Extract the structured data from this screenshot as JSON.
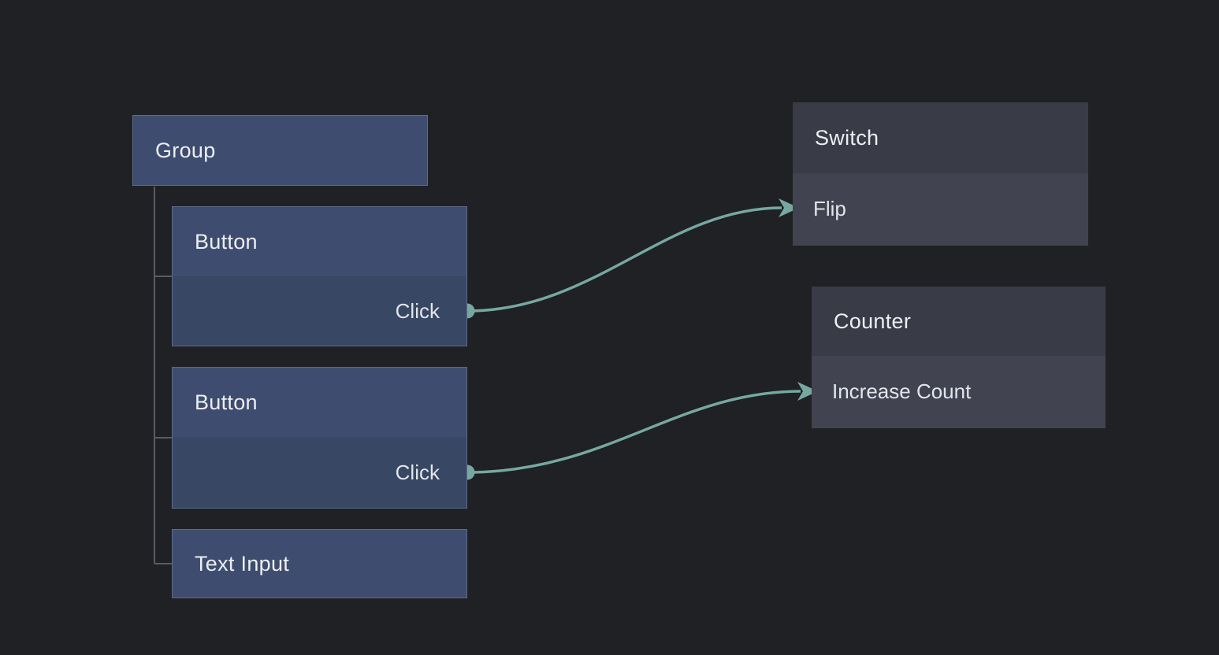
{
  "editor": {
    "background_color": "#1f2124",
    "wire_color": "#76a8a1",
    "hierarchy_line_color": "#595c62",
    "left_node_header_color": "#3e4d6f",
    "left_node_body_color": "#384763",
    "right_node_header_color": "#393c47",
    "right_node_body_color": "#414450"
  },
  "nodes": {
    "group": {
      "title": "Group"
    },
    "button1": {
      "title": "Button",
      "port_label": "Click"
    },
    "button2": {
      "title": "Button",
      "port_label": "Click"
    },
    "text_input": {
      "title": "Text Input"
    },
    "switch": {
      "title": "Switch",
      "port_label": "Flip"
    },
    "counter": {
      "title": "Counter",
      "port_label": "Increase Count"
    }
  },
  "hierarchy": {
    "parent": "Group",
    "children": [
      "Button",
      "Button",
      "Text Input"
    ]
  },
  "connections": [
    {
      "from": "Button 1 / Click",
      "to": "Switch / Flip"
    },
    {
      "from": "Button 2 / Click",
      "to": "Counter / Increase Count"
    }
  ]
}
